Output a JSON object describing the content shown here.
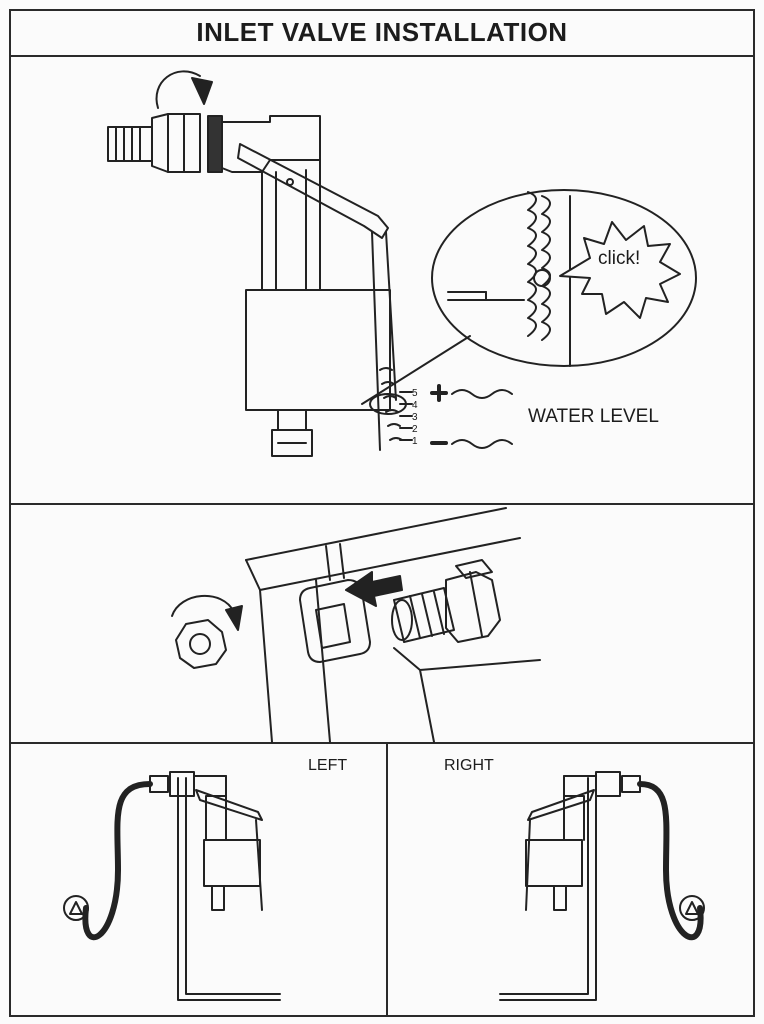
{
  "title": "INLET VALVE INSTALLATION",
  "panel1": {
    "callout": "click!",
    "water_level_label": "WATER LEVEL",
    "scale_marks": [
      "5",
      "4",
      "3",
      "2",
      "1"
    ],
    "plus_sign": "+",
    "minus_sign": "−"
  },
  "panel3": {
    "left_label": "LEFT",
    "right_label": "RIGHT"
  }
}
